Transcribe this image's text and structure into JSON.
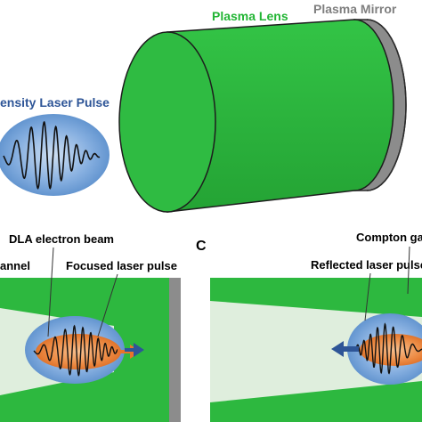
{
  "top": {
    "plasma_lens_label": "Plasma Lens",
    "plasma_mirror_label": "Plasma Mirror",
    "laser_pulse_label": "ensity Laser Pulse"
  },
  "panel_b": {
    "dla_label": "DLA electron beam",
    "channel_label": "annel",
    "focused_label": "Focused laser pulse"
  },
  "panel_c": {
    "letter": "C",
    "compton_label": "Compton ga",
    "reflected_label": "Reflected laser pulse"
  },
  "colors": {
    "plasma_green": "#2db83f",
    "mirror_gray": "#8c8c8c",
    "pulse_blue": "#4f86c6",
    "beam_orange": "#e8742a",
    "channel_light": "#dfeedd",
    "label_green": "#22b534",
    "label_gray": "#7f7f7f",
    "label_blue": "#2e5597",
    "arrow_blue": "#2e5597",
    "arrow_orange": "#e8742a"
  }
}
